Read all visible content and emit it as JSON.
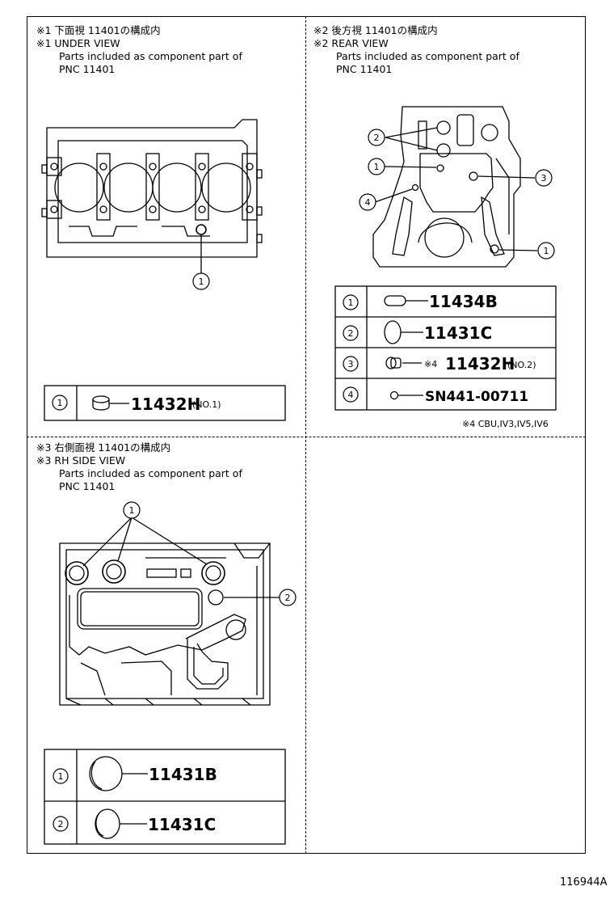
{
  "sections": {
    "under": {
      "title_jp": "※1 下面視 11401の構成内",
      "title_en": "※1 UNDER VIEW",
      "desc1": "Parts included as component part of",
      "desc2": "PNC 11401",
      "callouts": [
        "1"
      ],
      "table": [
        {
          "num": "1",
          "part": "11432H",
          "suffix": "(NO.1)"
        }
      ]
    },
    "rear": {
      "title_jp": "※2 後方視 11401の構成内",
      "title_en": "※2 REAR VIEW",
      "desc1": "Parts included as component part of",
      "desc2": "PNC 11401",
      "callouts": [
        "2",
        "1",
        "3",
        "4",
        "1"
      ],
      "table": [
        {
          "num": "1",
          "part": "11434B",
          "prefix": "",
          "suffix": ""
        },
        {
          "num": "2",
          "part": "11431C",
          "prefix": "",
          "suffix": ""
        },
        {
          "num": "3",
          "part": "11432H",
          "prefix": "※4",
          "suffix": "(NO.2)"
        },
        {
          "num": "4",
          "part": "SN441-00711",
          "prefix": "",
          "suffix": ""
        }
      ],
      "note": "※4 CBU,IV3,IV5,IV6"
    },
    "rh": {
      "title_jp": "※3 右側面視 11401の構成内",
      "title_en": "※3 RH SIDE VIEW",
      "desc1": "Parts included as component part of",
      "desc2": "PNC 11401",
      "callouts": [
        "1",
        "2"
      ],
      "table": [
        {
          "num": "1",
          "part": "11431B"
        },
        {
          "num": "2",
          "part": "11431C"
        }
      ]
    }
  },
  "figure_id": "116944A"
}
